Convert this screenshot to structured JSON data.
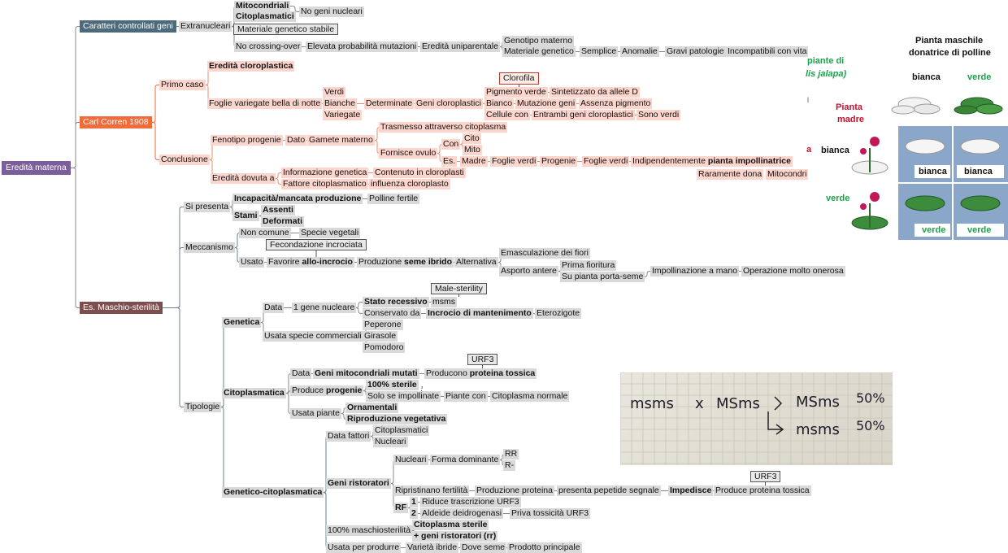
{
  "colors": {
    "root": "#7b5e9a",
    "caratteri": "#4d6a7a",
    "correns": "#f26b3a",
    "maschio": "#7d4e4e",
    "grey_node": "#d9d9d9",
    "salmon_node": "#fcd5cc",
    "green_text": "#1aa34a",
    "red_text": "#c8102e"
  },
  "root": "Eredità materna",
  "caratteri": {
    "label": "Caratteri controllati geni",
    "extranucleari": "Extranucleari",
    "mitocondriali": "Mitocondriali",
    "citoplasmatici": "Citoplasmatici",
    "no_geni_nucleari": "No geni nucleari",
    "materiale_stabile": "Materiale genetico stabile",
    "no_crossing": "No crossing-over",
    "elevata": "Elevata probabilità mutazioni",
    "uniparentale": "Eredità uniparentale",
    "genotipo_materno": "Genotipo materno",
    "materiale_genetico": "Materiale genetico",
    "semplice": "Semplice",
    "anomalie": "Anomalie",
    "gravi": "Gravi patologie",
    "incompatibili": "Incompatibili con vita"
  },
  "correns": {
    "label": "Carl Corren 1908",
    "primo_caso": "Primo caso",
    "eredita_cloroplastica": "Eredità cloroplastica",
    "foglie_variegate": "Foglie variegate bella di notte",
    "verdi": "Verdi",
    "bianche": "Bianche",
    "variegate": "Variegate",
    "determinate": "Determinate",
    "geni_cloroplastici": "Geni cloroplastici",
    "clorofila": "Clorofila",
    "pigmento_verde": "Pigmento verde",
    "sintetizzato": "Sintetizzato da allele D",
    "bianco": "Bianco",
    "mutazione_geni": "Mutazione geni",
    "assenza_pigmento": "Assenza pigmento",
    "cellule_con": "Cellule con",
    "entrambi": "Entrambi geni cloroplastici",
    "sono_verdi": "Sono verdi",
    "conclusione": "Conclusione",
    "fenotipo_progenie": "Fenotipo progenie",
    "dato": "Dato",
    "gamete_materno": "Gamete materno",
    "trasmesso": "Trasmesso attraverso citoplasma",
    "fornisce_ovulo": "Fornisce ovulo",
    "con": "Con",
    "cito": "Cito",
    "mito": "Mito",
    "es": "Es.",
    "madre": "Madre",
    "foglie_verdi_1": "Foglie verdi",
    "progenie": "Progenie",
    "foglie_verdi_2": "Foglie verdi",
    "indipendentemente": "Indipendentemente",
    "pianta_impollinatrice": "pianta impollinatrice",
    "raramente": "Raramente dona",
    "mitocondri": "Mitocondri",
    "eredita_dovuta": "Eredità dovuta a",
    "informazione_genetica": "Informazione genetica",
    "contenuto": "Contenuto in cloroplasti",
    "fattore_citoplasmatico": "Fattore citoplasmatico",
    "influenza": "influenza cloroplasto"
  },
  "maschio": {
    "label": "Es. Maschio-sterilità",
    "si_presenta": "Si presenta",
    "incapacita": "Incapacità/mancata produzione",
    "polline": "Polline fertile",
    "stami": "Stami",
    "assenti": "Assenti",
    "deformati": "Deformati",
    "meccanismo": "Meccanismo",
    "non_comune": "Non comune",
    "specie_vegetali": "Specie vegetali",
    "fecondazione": "Fecondazione incrociata",
    "usato": "Usato",
    "favorire": "Favorire",
    "allo_incrocio": "allo-incrocio",
    "produzione": "Produzione",
    "seme_ibrido": "seme ibrido",
    "alternativa": "Alternativa",
    "emasculazione": "Emasculazione dei fiori",
    "asporto": "Asporto antere",
    "prima_fioritura": "Prima fioritura",
    "su_pianta": "Su pianta porta-seme",
    "impollinazione": "Impollinazione a mano",
    "operazione": "Operazione molto onerosa",
    "tipologie": "Tipologie",
    "genetica": "Genetica",
    "data_1": "Data",
    "gene_nucleare": "1 gene nucleare",
    "male_sterility": "Male-sterility",
    "stato_recessivo": "Stato recessivo",
    "msms": "msms",
    "conservato": "Conservato da",
    "incrocio_mantenimento": "Incrocio di mantenimento",
    "eterozigote": "Eterozigote",
    "usata_commerciali": "Usata specie commerciali",
    "peperone": "Peperone",
    "girasole": "Girasole",
    "pomodoro": "Pomodoro",
    "citoplasmatica": "Citoplasmatica",
    "data_2": "Data",
    "geni_mito_mutati": "Geni mitocondriali mutati",
    "urf3_a": "URF3",
    "producono": "Producono",
    "proteina_tossica": "proteina tossica",
    "produce": "Produce",
    "progenie": "progenie",
    "sterile_100": "100% sterile",
    "solo_se": "Solo se impollinate",
    "piante_con": "Piante con",
    "cito_normale": "Citoplasma normale",
    "usata_piante": "Usata piante",
    "ornamentali": "Ornamentali",
    "riproduzione": "Riproduzione vegetativa",
    "gen_cito": "Genetico-citoplasmatica",
    "data_fattori": "Data fattori",
    "citoplasmatici": "Citoplasmatici",
    "nucleari": "Nucleari",
    "geni_ristoratori": "Geni ristoratori",
    "nucleari_2": "Nucleari",
    "forma_dominante": "Forma dominante",
    "rr_upper": "RR",
    "r_dash": "R-",
    "urf3_b": "URF3",
    "ripristinano": "Ripristinano fertilità",
    "produzione_proteina": "Produzione proteina",
    "presenta_pepetide": "presenta pepetide segnale",
    "impedisce": "Impedisce",
    "produce_tossica": "Produce proteina tossica",
    "rf": "RF",
    "rf1": "1",
    "riduce": "Riduce trascrizione URF3",
    "rf2": "2",
    "aldeide": "Aldeide deidrogenasi",
    "priva": "Priva tossicità URF3",
    "maschiosterilita": "100% maschiosterilità",
    "cito_sterile": "Citoplasma sterile",
    "geni_rr": "+ geni ristoratori (rr)",
    "usata_produrre": "Usata per produrre",
    "varieta": "Varietà ibride",
    "dove_seme": "Dove seme",
    "prodotto": "Prodotto principale"
  },
  "overlay_fragments": {
    "piante_di": "piante  di",
    "jalapa": "lis jalapa)",
    "pipe": "l"
  },
  "plant_figure": {
    "title_line1": "Pianta maschile",
    "title_line2": "donatrice di polline",
    "col_bianca": "bianca",
    "col_verde": "verde",
    "pianta_madre_1": "Pianta",
    "pianta_madre_2": "madre",
    "row_bianca": "bianca",
    "row_verde": "verde",
    "cell_bianca_1": "bianca",
    "cell_bianca_2": "bianca",
    "cell_verde_1": "verde",
    "cell_verde_2": "verde",
    "red_a": "a"
  },
  "handwritten": {
    "left": "msms",
    "x": "x",
    "mid": "MSms",
    "top": "MSms",
    "top_pct": "50%",
    "bottom": "msms",
    "bottom_pct": "50%"
  }
}
